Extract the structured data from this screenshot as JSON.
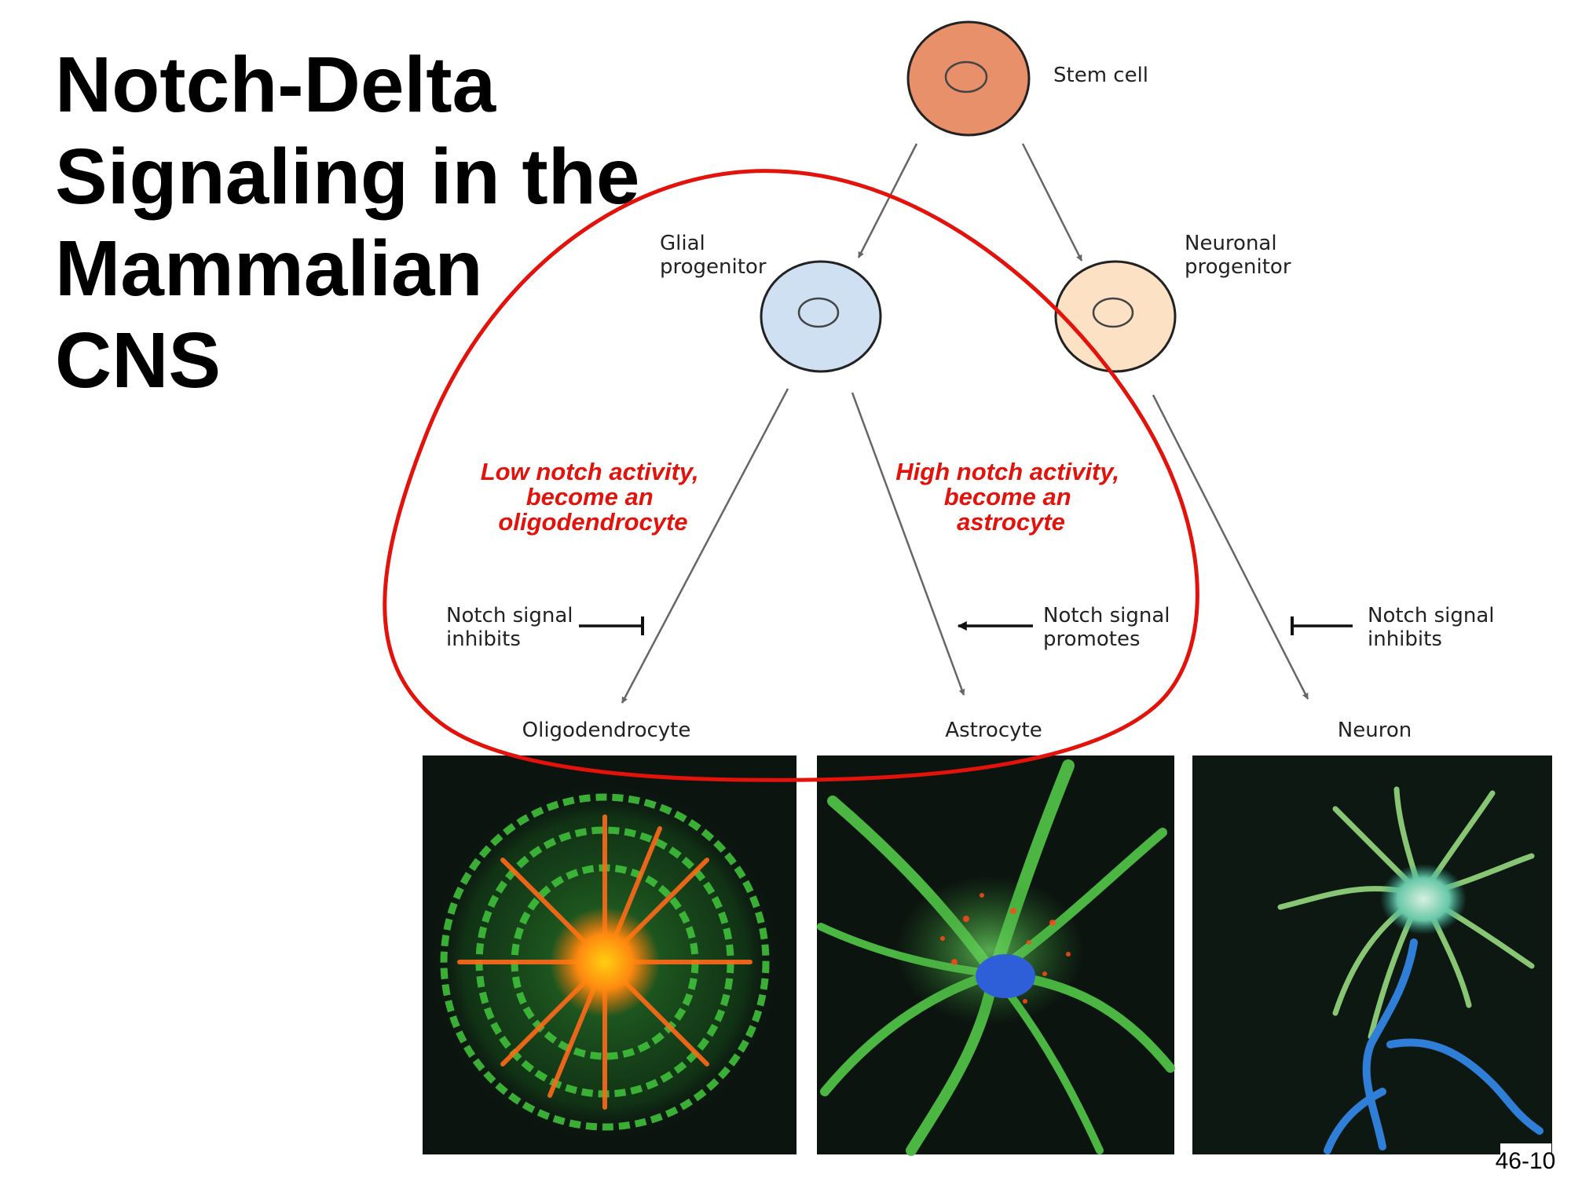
{
  "title_lines": [
    "Notch-Delta",
    "Signaling in the",
    "Mammalian",
    "CNS"
  ],
  "cells": {
    "stem": {
      "label": "Stem cell",
      "fill": "#e8906a"
    },
    "glial": {
      "label_lines": [
        "Glial",
        "progenitor"
      ],
      "fill": "#cfe0f3"
    },
    "neuronal": {
      "label_lines": [
        "Neuronal",
        "progenitor"
      ],
      "fill": "#fce1c4"
    }
  },
  "annotations": {
    "low": [
      "Low notch activity,",
      "become an",
      "oligodendrocyte"
    ],
    "high": [
      "High notch activity,",
      "become an",
      "astrocyte"
    ]
  },
  "signals": {
    "oligo": [
      "Notch signal",
      "inhibits"
    ],
    "astro": [
      "Notch signal",
      "promotes"
    ],
    "neuron": [
      "Notch signal",
      "inhibits"
    ]
  },
  "outcomes": [
    "Oligodendrocyte",
    "Astrocyte",
    "Neuron"
  ],
  "slide_number": "46-10",
  "colors": {
    "highlight_red": "#e3120b",
    "micrograph_bg": "#0c1410"
  }
}
